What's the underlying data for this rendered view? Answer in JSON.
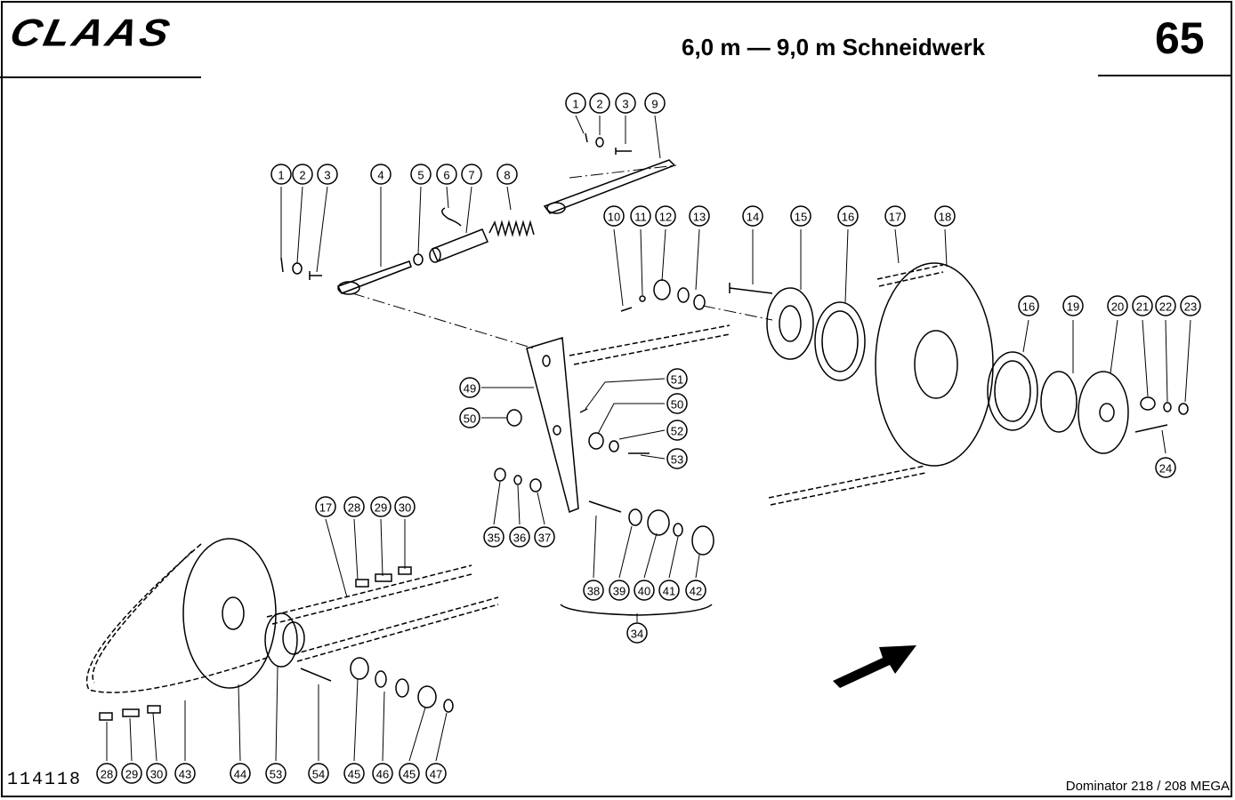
{
  "header": {
    "brand": "CLAAS",
    "title": "6,0 m — 9,0 m Schneidwerk",
    "page_number": "65"
  },
  "footer": {
    "drawing_number": "114118",
    "model": "Dominator 218 / 208 MEGA"
  },
  "callouts": [
    {
      "label": "1"
    },
    {
      "label": "2"
    },
    {
      "label": "3"
    },
    {
      "label": "9"
    },
    {
      "label": "1"
    },
    {
      "label": "2"
    },
    {
      "label": "3"
    },
    {
      "label": "4"
    },
    {
      "label": "5"
    },
    {
      "label": "6"
    },
    {
      "label": "7"
    },
    {
      "label": "8"
    },
    {
      "label": "10"
    },
    {
      "label": "11"
    },
    {
      "label": "12"
    },
    {
      "label": "13"
    },
    {
      "label": "14"
    },
    {
      "label": "15"
    },
    {
      "label": "16"
    },
    {
      "label": "17"
    },
    {
      "label": "18"
    },
    {
      "label": "16"
    },
    {
      "label": "19"
    },
    {
      "label": "20"
    },
    {
      "label": "21"
    },
    {
      "label": "22"
    },
    {
      "label": "23"
    },
    {
      "label": "24"
    },
    {
      "label": "49"
    },
    {
      "label": "50"
    },
    {
      "label": "51"
    },
    {
      "label": "50"
    },
    {
      "label": "52"
    },
    {
      "label": "53"
    },
    {
      "label": "35"
    },
    {
      "label": "36"
    },
    {
      "label": "37"
    },
    {
      "label": "38"
    },
    {
      "label": "39"
    },
    {
      "label": "40"
    },
    {
      "label": "41"
    },
    {
      "label": "42"
    },
    {
      "label": "34"
    },
    {
      "label": "17"
    },
    {
      "label": "28"
    },
    {
      "label": "29"
    },
    {
      "label": "30"
    },
    {
      "label": "28"
    },
    {
      "label": "29"
    },
    {
      "label": "30"
    },
    {
      "label": "43"
    },
    {
      "label": "44"
    },
    {
      "label": "53"
    },
    {
      "label": "54"
    },
    {
      "label": "45"
    },
    {
      "label": "46"
    },
    {
      "label": "45"
    },
    {
      "label": "47"
    }
  ]
}
